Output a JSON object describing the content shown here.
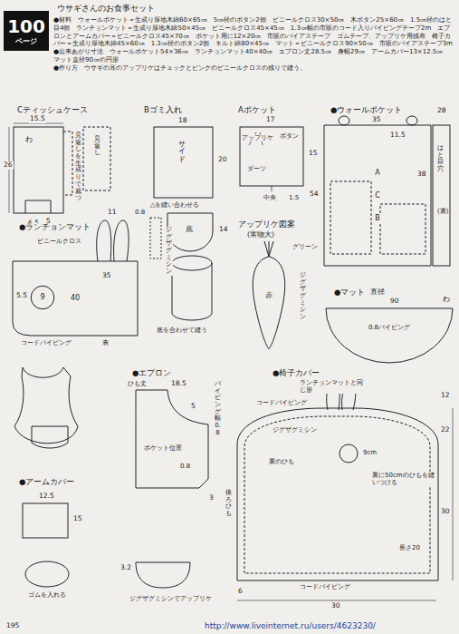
{
  "diagram": {
    "nodes": [
      {
        "text": [
          "100",
          "ページ"
        ]
      },
      {
        "text": [
          "40"
        ]
      },
      {
        "text": [
          "9"
        ],
        "in": 1
      },
      {
        "text": [
          "赤"
        ]
      },
      {
        "text": [
          "0.8パイピング"
        ]
      },
      {
        "text": [
          "A",
          "C",
          "B"
        ]
      }
    ],
    "labels": [
      "ウサギさんのお食事セット",
      "●材料　ウォールポケット＝生成り厚地木綿60×65㎝　5㎝径のボタン2個　ビニールクロス30×50㎝　木ボタン25×60㎝　1.5㎝径のはと目4個　ランチョンマット＝生成り厚地木綿50×45㎝　ビニールクロス45×45㎝　1.3㎝幅の市販のコード入りパイピングテープ2m　エプロンとアームカバー＝ビニールクロス45×70㎝　ポケット用に12×20㎝　市販のバイアステープ　ゴムテープ、アップリケ用残布　椅子カバー＝生成り厚地木綿45×60㎝　1.3㎝径のボタン2個　キルト綿80×45㎝　マット＝ビニールクロス90×50㎝　市販のバイアステープ3m",
      "●出来あがり寸法　ウォールポケット54×36㎝　ランチョンマット40×40㎝　エプロン丈28.5㎝　身幅29㎝　アームカバー13×12.5㎝　マット直径90㎝の円形",
      "●作り方　ウサギの耳のアップリケはチェックとピンクのビニールクロスの残りで縫う。",
      "Cティッシュケース",
      "15.5",
      "26",
      "わ",
      "見返しを生成りで裁つ",
      "見返し",
      "5",
      "6.5",
      "Bゴミ入れ",
      "18",
      "サイド",
      "20",
      "△を縫い合わせる",
      "底",
      "14",
      "底を合わせて縫う",
      "Aポケット",
      "17",
      "アップリケ",
      "ボタン",
      "ダーツ",
      "15",
      "中央",
      "1.5",
      "●ウォールポケット",
      "35",
      "28",
      "11.5",
      "54",
      "はと目穴",
      "(裏)",
      "38",
      "●ランチョンマット",
      "ビニールクロス",
      "11",
      "0.8",
      "ジグザグミシン",
      "5.5",
      "35",
      "コードパイピング",
      "表",
      "アップリケ図案",
      "(実物大)",
      "グリーン",
      "ジグザグミシン",
      "●マット",
      "直径",
      "90",
      "わ",
      "●エプロン",
      "ひも丈",
      "18.5",
      "5",
      "パイピング幅0.8",
      "ポケット位置",
      "0.8",
      "3",
      "後ろひも",
      "3.2",
      "ジグザグミシンでアップリケ",
      "●アームカバー",
      "12.5",
      "15",
      "ゴムを入れる",
      "●椅子カバー",
      "ランチョンマットと同じ形",
      "コードパイピング",
      "ジグザグミシン",
      "9cm",
      "裏のひも",
      "裏に50cmのひもを縫いつける",
      "22",
      "30",
      "長さ20",
      "コードパイピング",
      "6",
      "30",
      "12",
      "195",
      "http://www.liveinternet.ru/users/4623230/"
    ]
  }
}
